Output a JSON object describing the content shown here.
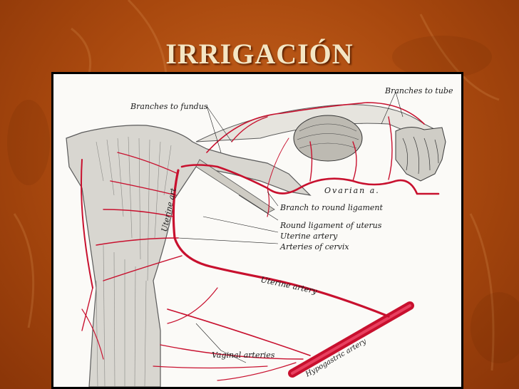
{
  "slide": {
    "title": "IRRIGACIÓN",
    "background_color": "#b0520f",
    "title_color": "#f4e6c4"
  },
  "figure": {
    "vessel_color": "#c8102e",
    "labels": {
      "branches_to_tube": "Branches to tube",
      "branches_to_fundus": "Branches to fundus",
      "ovarian_a": "Ovarian a.",
      "branch_to_round_ligament": "Branch to round ligament",
      "round_ligament_of_uterus": "Round ligament of uterus",
      "uterine_artery_1": "Uterine artery",
      "arteries_of_cervix": "Arteries of cervix",
      "uterine_artery_2": "Uterine artery",
      "uterine_art_vertical": "Uterine art",
      "hypogastric_artery": "Hypogastric artery",
      "vaginal_arteries": "Vaginal arteries"
    }
  }
}
